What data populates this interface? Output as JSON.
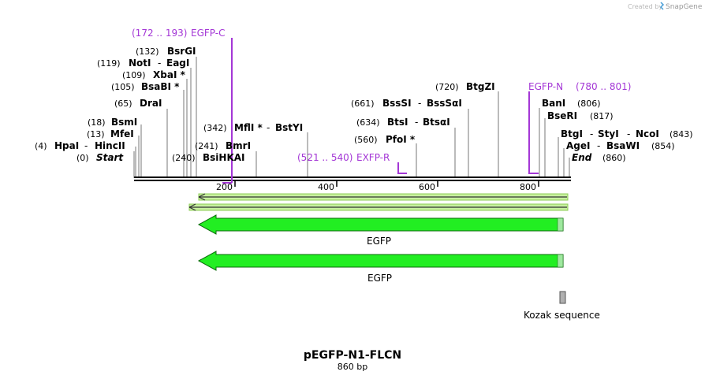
{
  "watermark": {
    "prefix": "Created by",
    "brand": "SnapGene"
  },
  "map": {
    "title": "pEGFP-N1-FLCN",
    "length": "860 bp",
    "ticks": [
      "200",
      "400",
      "600",
      "800"
    ]
  },
  "sites_left": [
    {
      "pos": "(0)",
      "name": "Start"
    },
    {
      "pos": "(4)",
      "name": "HpaI",
      "name2": "HincII"
    },
    {
      "pos": "(13)",
      "name": "MfeI"
    },
    {
      "pos": "(18)",
      "name": "BsmI"
    },
    {
      "pos": "(65)",
      "name": "DraI"
    },
    {
      "pos": "(105)",
      "name": "BsaBI *"
    },
    {
      "pos": "(109)",
      "name": "XbaI *"
    },
    {
      "pos": "(119)",
      "name": "NotI",
      "name2": "EagI"
    },
    {
      "pos": "(132)",
      "name": "BsrGI"
    },
    {
      "pos": "(240)",
      "name": "BsiHKAI"
    },
    {
      "pos": "(241)",
      "name": "BmrI"
    },
    {
      "pos": "(342)",
      "name": "MflI *",
      "name2": "BstYI"
    }
  ],
  "sites_right": [
    {
      "pos": "(560)",
      "name": "PfoI *"
    },
    {
      "pos": "(634)",
      "name": "BtsI",
      "name2": "BtsαI"
    },
    {
      "pos": "(661)",
      "name": "BssSI",
      "name2": "BssSαI"
    },
    {
      "pos": "(720)",
      "name": "BtgZI"
    },
    {
      "pos": "(806)",
      "name": "BanI"
    },
    {
      "pos": "(817)",
      "name": "BseRI"
    },
    {
      "pos": "(843)",
      "name": "BtgI",
      "name2": "StyI",
      "name3": "NcoI"
    },
    {
      "pos": "(854)",
      "name": "AgeI",
      "name2": "BsaWI"
    },
    {
      "pos": "(860)",
      "name": "End"
    }
  ],
  "primers": [
    {
      "pos": "(172 .. 193)",
      "name": "EGFP-C"
    },
    {
      "pos": "(521 .. 540)",
      "name": "EXFP-R"
    },
    {
      "pos": "(780 .. 801)",
      "name": "EGFP-N"
    }
  ],
  "features": [
    {
      "name": "EGFP"
    },
    {
      "name": "EGFP"
    },
    {
      "name": "Kozak sequence"
    }
  ],
  "colors": {
    "primer": "#a437d6",
    "feature_fill": "#22ee22",
    "feature_stroke": "#0b6b0b",
    "orf_fill": "#c8f0a0",
    "kozak_fill": "#b0b0b0",
    "brand": "#4a9fd8"
  }
}
